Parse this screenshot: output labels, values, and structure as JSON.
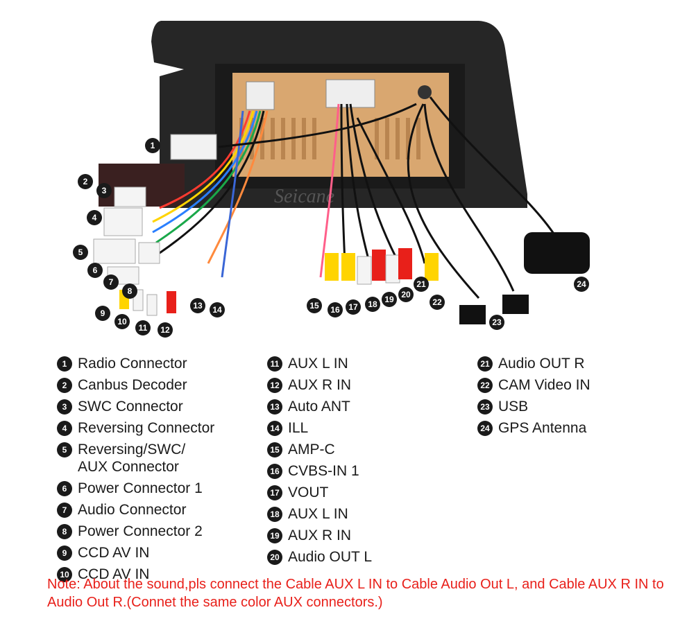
{
  "brand_watermark": "Seicane",
  "colors": {
    "note": "#e8201a",
    "badge": "#1a1a1a",
    "panel": "#d9a770",
    "frame": "#2a2a2a"
  },
  "legend": {
    "col1": [
      {
        "num": "1",
        "label": "Radio Connector"
      },
      {
        "num": "2",
        "label": "Canbus Decoder"
      },
      {
        "num": "3",
        "label": "SWC Connector"
      },
      {
        "num": "4",
        "label": "Reversing Connector"
      },
      {
        "num": "5",
        "label": "Reversing/SWC/\nAUX Connector"
      },
      {
        "num": "6",
        "label": "Power Connector 1"
      },
      {
        "num": "7",
        "label": "Audio Connector"
      },
      {
        "num": "8",
        "label": "Power Connector 2"
      },
      {
        "num": "9",
        "label": "CCD AV IN"
      },
      {
        "num": "10",
        "label": "CCD AV IN"
      }
    ],
    "col2": [
      {
        "num": "11",
        "label": "AUX L IN"
      },
      {
        "num": "12",
        "label": "AUX R IN"
      },
      {
        "num": "13",
        "label": "Auto ANT"
      },
      {
        "num": "14",
        "label": "ILL"
      },
      {
        "num": "15",
        "label": "AMP-C"
      },
      {
        "num": "16",
        "label": "CVBS-IN 1"
      },
      {
        "num": "17",
        "label": "VOUT"
      },
      {
        "num": "18",
        "label": "AUX L IN"
      },
      {
        "num": "19",
        "label": "AUX R IN"
      },
      {
        "num": "20",
        "label": "Audio OUT L"
      }
    ],
    "col3": [
      {
        "num": "21",
        "label": "Audio OUT R"
      },
      {
        "num": "22",
        "label": "CAM Video IN"
      },
      {
        "num": "23",
        "label": "USB"
      },
      {
        "num": "24",
        "label": "GPS Antenna"
      }
    ]
  },
  "note": "Note: About the sound,pls connect the Cable AUX L IN to Cable Audio Out L, and Cable AUX R IN to  Audio Out R.(Connet the same color AUX connectors.)"
}
